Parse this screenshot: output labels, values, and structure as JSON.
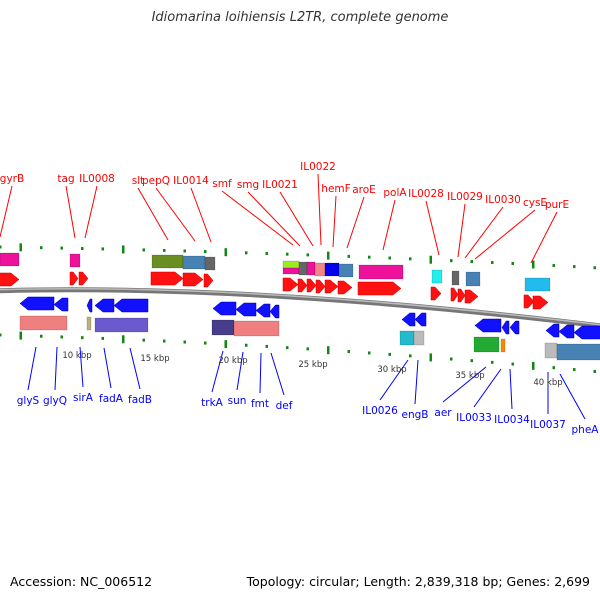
{
  "title": "Idiomarina loihiensis L2TR, complete genome",
  "footer": {
    "accession": "Accession: NC_006512",
    "summary": "Topology: circular; Length: 2,839,318 bp; Genes: 2,699"
  },
  "colors": {
    "forward_label": "#ff0000",
    "reverse_label": "#0000ff",
    "forward_gene": "#ff0000",
    "reverse_gene": "#0000ff",
    "backbone": "#888888",
    "ticks": "#118811"
  },
  "forward_genes": [
    "gyrB",
    "tag",
    "IL0008",
    "slt",
    "pepQ",
    "IL0014",
    "smf",
    "smg",
    "IL0021",
    "IL0022",
    "hemF",
    "aroE",
    "polA",
    "IL0028",
    "IL0029",
    "IL0030",
    "cysE",
    "purE"
  ],
  "reverse_genes": [
    "glyS",
    "glyQ",
    "sirA",
    "fadA",
    "fadB",
    "trkA",
    "sun",
    "fmt",
    "def",
    "IL0026",
    "engB",
    "aer",
    "IL0033",
    "IL0034",
    "IL0037",
    "pheA"
  ],
  "ruler": [
    "10 kbp",
    "15 kbp",
    "20 kbp",
    "25 kbp",
    "30 kbp",
    "35 kbp",
    "40 kbp"
  ]
}
